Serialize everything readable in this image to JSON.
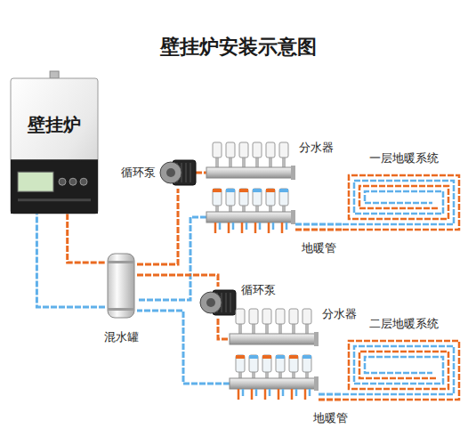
{
  "diagram": {
    "title": "壁挂炉安装示意图",
    "nodes": [
      {
        "text": [
          "壁挂炉"
        ]
      },
      {
        "text": [
          "循环泵"
        ]
      },
      {
        "text": [
          "分水器"
        ]
      },
      {
        "text": [
          "一层地暖系统"
        ]
      },
      {
        "text": [
          "混水罐"
        ]
      },
      {
        "text": [
          "循环泵"
        ]
      },
      {
        "text": [
          "分水器"
        ]
      },
      {
        "text": [
          "二层地暖系统"
        ]
      }
    ],
    "edges": [
      {
        "from": 0,
        "to": 4,
        "arrow": "none"
      },
      {
        "from": 4,
        "to": 0,
        "arrow": "none"
      },
      {
        "from": 4,
        "to": 1,
        "arrow": "none"
      },
      {
        "from": 1,
        "to": 2,
        "arrow": "none"
      },
      {
        "from": 2,
        "to": 4,
        "arrow": "none"
      },
      {
        "from": 2,
        "to": 3,
        "label": "地暖管",
        "arrow": "none"
      },
      {
        "from": 4,
        "to": 5,
        "arrow": "none"
      },
      {
        "from": 5,
        "to": 6,
        "arrow": "none"
      },
      {
        "from": 6,
        "to": 4,
        "arrow": "none"
      },
      {
        "from": 6,
        "to": 7,
        "label": "地暖管",
        "arrow": "none"
      }
    ]
  }
}
